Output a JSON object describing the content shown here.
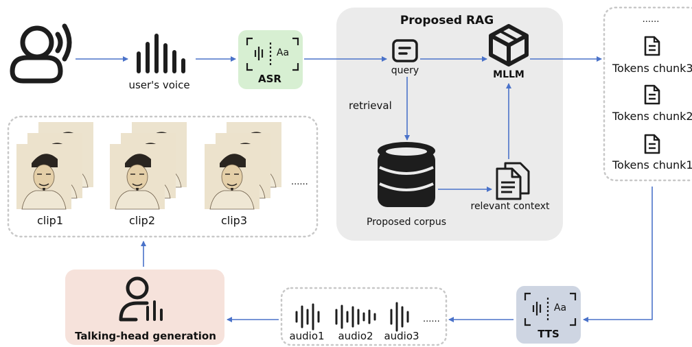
{
  "labels": {
    "users_voice": "user's voice",
    "asr": "ASR",
    "asr_icon_text": "Aa",
    "proposed_rag": "Proposed RAG",
    "query": "query",
    "mllm": "MLLM",
    "retrieval": "retrieval",
    "proposed_corpus": "Proposed corpus",
    "relevant_context": "relevant context",
    "tts": "TTS",
    "tts_icon_text": "Aa",
    "talking_head": "Talking-head generation"
  },
  "tokens": {
    "ellipsis": "......",
    "chunks": [
      "Tokens chunk3",
      "Tokens chunk2",
      "Tokens chunk1"
    ]
  },
  "clips": {
    "items": [
      "clip1",
      "clip2",
      "clip3"
    ],
    "ellipsis": "......"
  },
  "audios": {
    "items": [
      "audio1",
      "audio2",
      "audio3"
    ],
    "ellipsis": "......"
  },
  "colors": {
    "arrow": "#4a72c9",
    "asr_bg": "#d7efd2",
    "tts_bg": "#ced5e2",
    "rag_bg": "#ebebeb",
    "talking_bg": "#f6e2db",
    "dotted_border": "#c8c8c8"
  },
  "icons": [
    "user-speaking-icon",
    "voice-waveform-icon",
    "asr-icon",
    "query-icon",
    "mllm-cube-icon",
    "database-icon",
    "documents-icon",
    "document-icon",
    "tts-icon",
    "talking-head-icon",
    "audio-waveform-icon"
  ]
}
